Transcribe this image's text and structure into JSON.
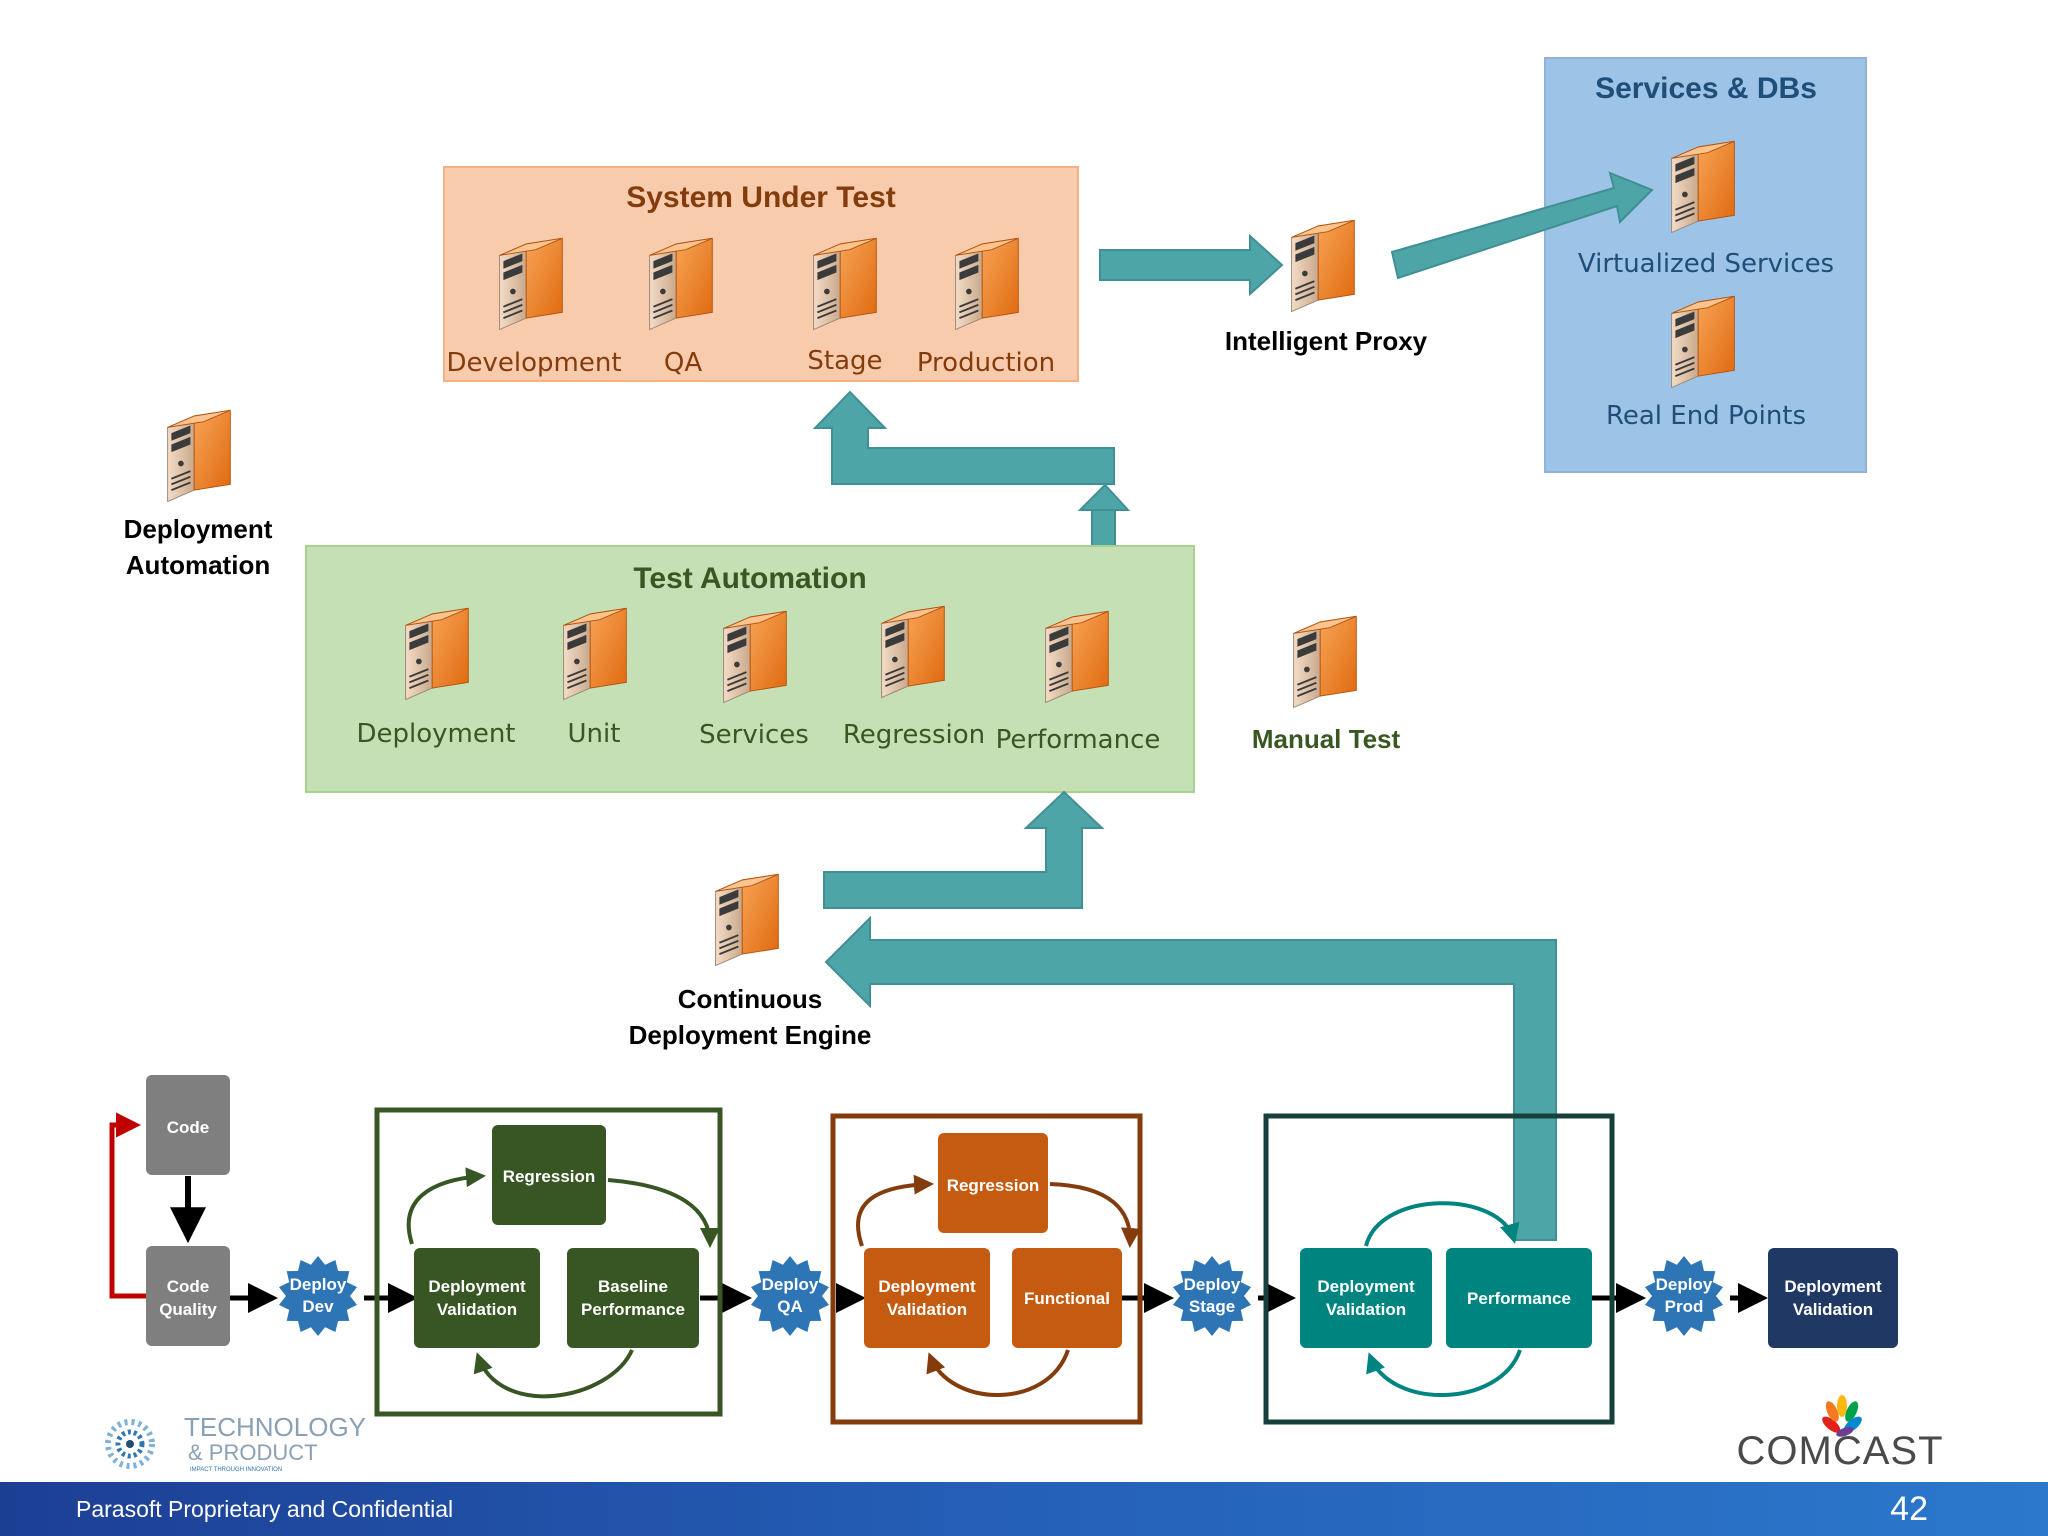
{
  "system_under_test": {
    "title": "System Under Test",
    "envs": [
      "Development",
      "QA",
      "Stage",
      "Production"
    ]
  },
  "services_dbs": {
    "title": "Services & DBs",
    "items": [
      "Virtualized Services",
      "Real End Points"
    ]
  },
  "intelligent_proxy": "Intelligent Proxy",
  "deployment_automation": [
    "Deployment",
    "Automation"
  ],
  "test_automation": {
    "title": "Test Automation",
    "items": [
      "Deployment",
      "Unit",
      "Services",
      "Regression",
      "Performance"
    ]
  },
  "manual_test": "Manual Test",
  "cd_engine": [
    "Continuous",
    "Deployment Engine"
  ],
  "pipeline": {
    "code": "Code",
    "code_quality": [
      "Code",
      "Quality"
    ],
    "deploy_dev": [
      "Deploy",
      "Dev"
    ],
    "deploy_qa": [
      "Deploy",
      "QA"
    ],
    "deploy_stage": [
      "Deploy",
      "Stage"
    ],
    "deploy_prod": [
      "Deploy",
      "Prod"
    ],
    "dev_stage": {
      "regression": "Regression",
      "deployment_validation": [
        "Deployment",
        "Validation"
      ],
      "baseline_performance": [
        "Baseline",
        "Performance"
      ]
    },
    "qa_stage": {
      "regression": "Regression",
      "deployment_validation": [
        "Deployment",
        "Validation"
      ],
      "functional": "Functional"
    },
    "stage_stage": {
      "deployment_validation": [
        "Deployment",
        "Validation"
      ],
      "performance": "Performance"
    },
    "prod_validation": [
      "Deployment",
      "Validation"
    ]
  },
  "logos": {
    "tech_product": [
      "TECHNOLOGY",
      "& PRODUCT",
      "IMPACT THROUGH INNOVATION"
    ],
    "comcast": "COMCAST"
  },
  "footer": {
    "text": "Parasoft Proprietary and Confidential",
    "page": "42"
  },
  "colors": {
    "sut_fill": "#f8cbad",
    "sut_title": "#843c0c",
    "services_fill": "#9dc3e6",
    "services_title": "#1f4e79",
    "test_fill": "#c5e0b4",
    "test_title": "#385723",
    "arrow_teal": "#4ea5a8",
    "dev_green": "#375623",
    "qa_orange": "#c55a11",
    "stage_teal": "#00847f",
    "prod_navy": "#203864",
    "grey": "#7f7f7f",
    "deploy_blue": "#2e75b6"
  }
}
